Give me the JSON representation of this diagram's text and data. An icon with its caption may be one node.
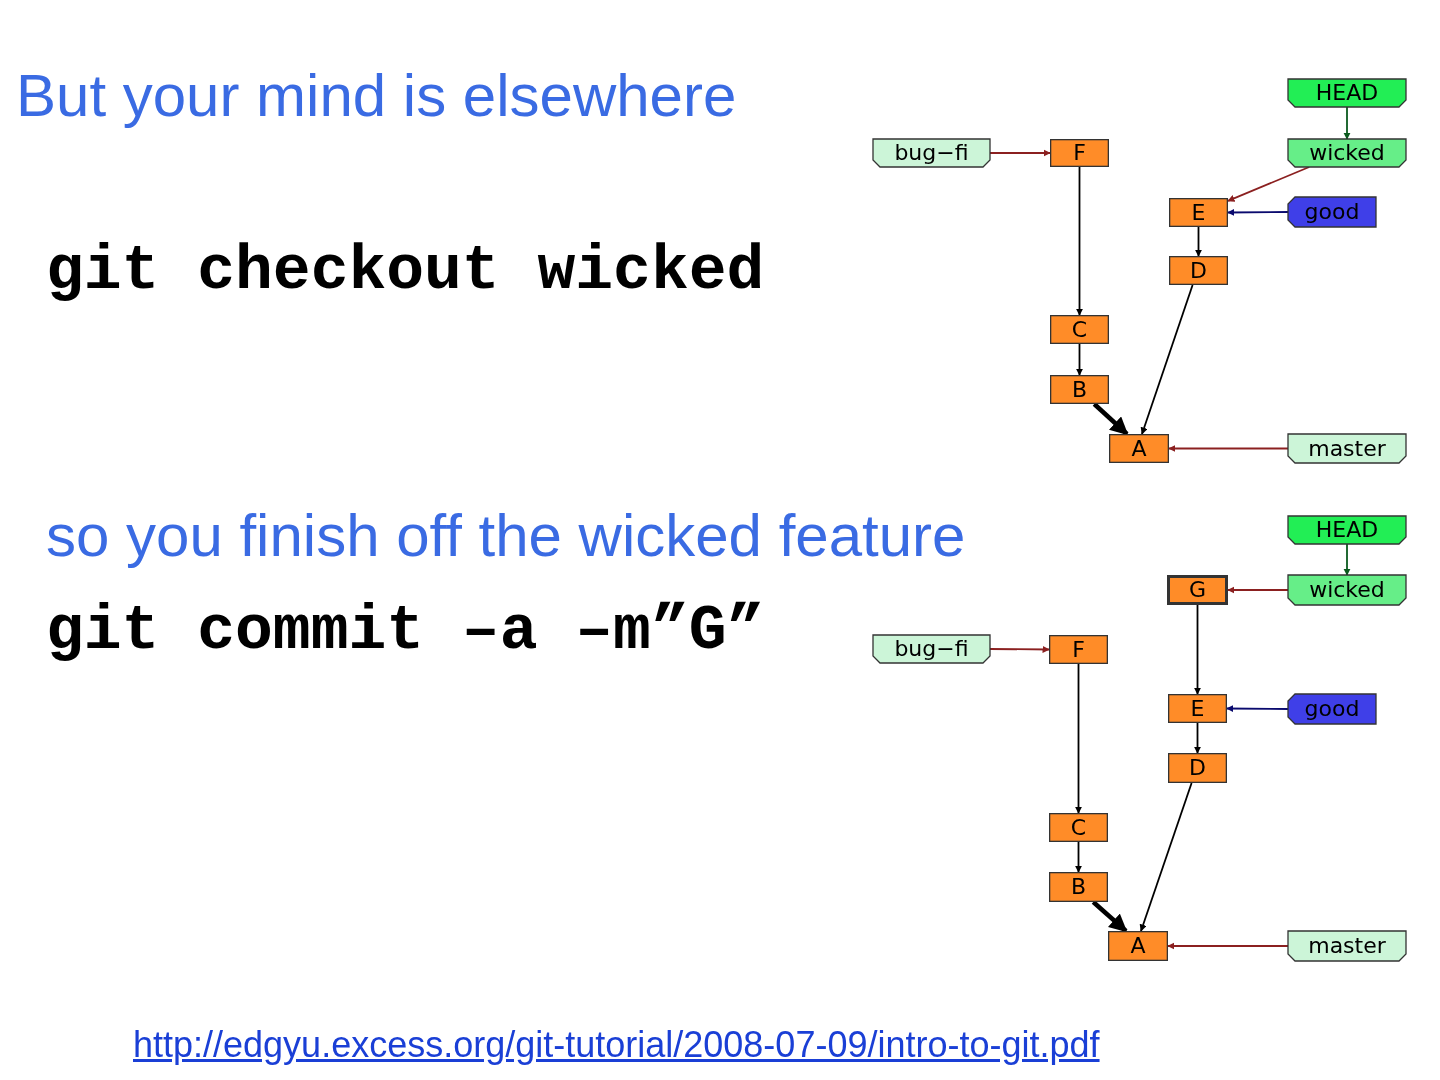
{
  "diagram": {
    "title": "But your mind is elsewhere",
    "nodes": [
      {
        "text": [
          "HEAD"
        ]
      },
      {
        "text": [
          "bug−fi"
        ]
      },
      {
        "text": [
          "F"
        ]
      },
      {
        "text": [
          "wicked"
        ]
      },
      {
        "text": [
          "E"
        ]
      },
      {
        "text": [
          "good"
        ]
      },
      {
        "text": [
          "D"
        ]
      },
      {
        "text": [
          "C"
        ]
      },
      {
        "text": [
          "B"
        ]
      },
      {
        "text": [
          "A"
        ]
      },
      {
        "text": [
          "master"
        ]
      },
      {
        "text": [
          "HEAD"
        ]
      },
      {
        "text": [
          "G"
        ]
      },
      {
        "text": [
          "wicked"
        ]
      },
      {
        "text": [
          "bug−fi"
        ]
      },
      {
        "text": [
          "F"
        ]
      },
      {
        "text": [
          "E"
        ]
      },
      {
        "text": [
          "good"
        ]
      },
      {
        "text": [
          "D"
        ]
      },
      {
        "text": [
          "C"
        ]
      },
      {
        "text": [
          "B"
        ]
      },
      {
        "text": [
          "A"
        ]
      },
      {
        "text": [
          "master"
        ]
      }
    ],
    "edges": [
      {
        "from": 1,
        "to": 2,
        "arrow": "to",
        "color": "#8b2020"
      },
      {
        "from": 0,
        "to": 3,
        "arrow": "to",
        "color": "#0b5a1e"
      },
      {
        "from": 3,
        "to": 4,
        "arrow": "to",
        "color": "#8b2020"
      },
      {
        "from": 5,
        "to": 4,
        "arrow": "to",
        "color": "#0a0a6e"
      },
      {
        "from": 2,
        "to": 7,
        "arrow": "to"
      },
      {
        "from": 4,
        "to": 6,
        "arrow": "to"
      },
      {
        "from": 7,
        "to": 8,
        "arrow": "to"
      },
      {
        "from": 8,
        "to": 9,
        "arrow": "to",
        "style": "thick"
      },
      {
        "from": 6,
        "to": 9,
        "arrow": "to"
      },
      {
        "from": 10,
        "to": 9,
        "arrow": "to",
        "color": "#8b2020"
      },
      {
        "from": 11,
        "to": 13,
        "arrow": "to",
        "color": "#0b5a1e"
      },
      {
        "from": 13,
        "to": 12,
        "arrow": "to",
        "color": "#8b2020"
      },
      {
        "from": 14,
        "to": 15,
        "arrow": "to",
        "color": "#8b2020"
      },
      {
        "from": 12,
        "to": 16,
        "arrow": "to"
      },
      {
        "from": 17,
        "to": 16,
        "arrow": "to",
        "color": "#0a0a6e"
      },
      {
        "from": 15,
        "to": 19,
        "arrow": "to"
      },
      {
        "from": 16,
        "to": 18,
        "arrow": "to"
      },
      {
        "from": 19,
        "to": 20,
        "arrow": "to"
      },
      {
        "from": 20,
        "to": 21,
        "arrow": "to",
        "style": "thick"
      },
      {
        "from": 18,
        "to": 21,
        "arrow": "to"
      },
      {
        "from": 22,
        "to": 21,
        "arrow": "to",
        "color": "#8b2020"
      }
    ],
    "labels": [
      "git checkout wicked",
      "so you finish off the wicked feature",
      "git commit –a –m”G”",
      "http://edgyu.excess.org/git-tutorial/2008-07-09/intro-to-git.pdf"
    ]
  }
}
